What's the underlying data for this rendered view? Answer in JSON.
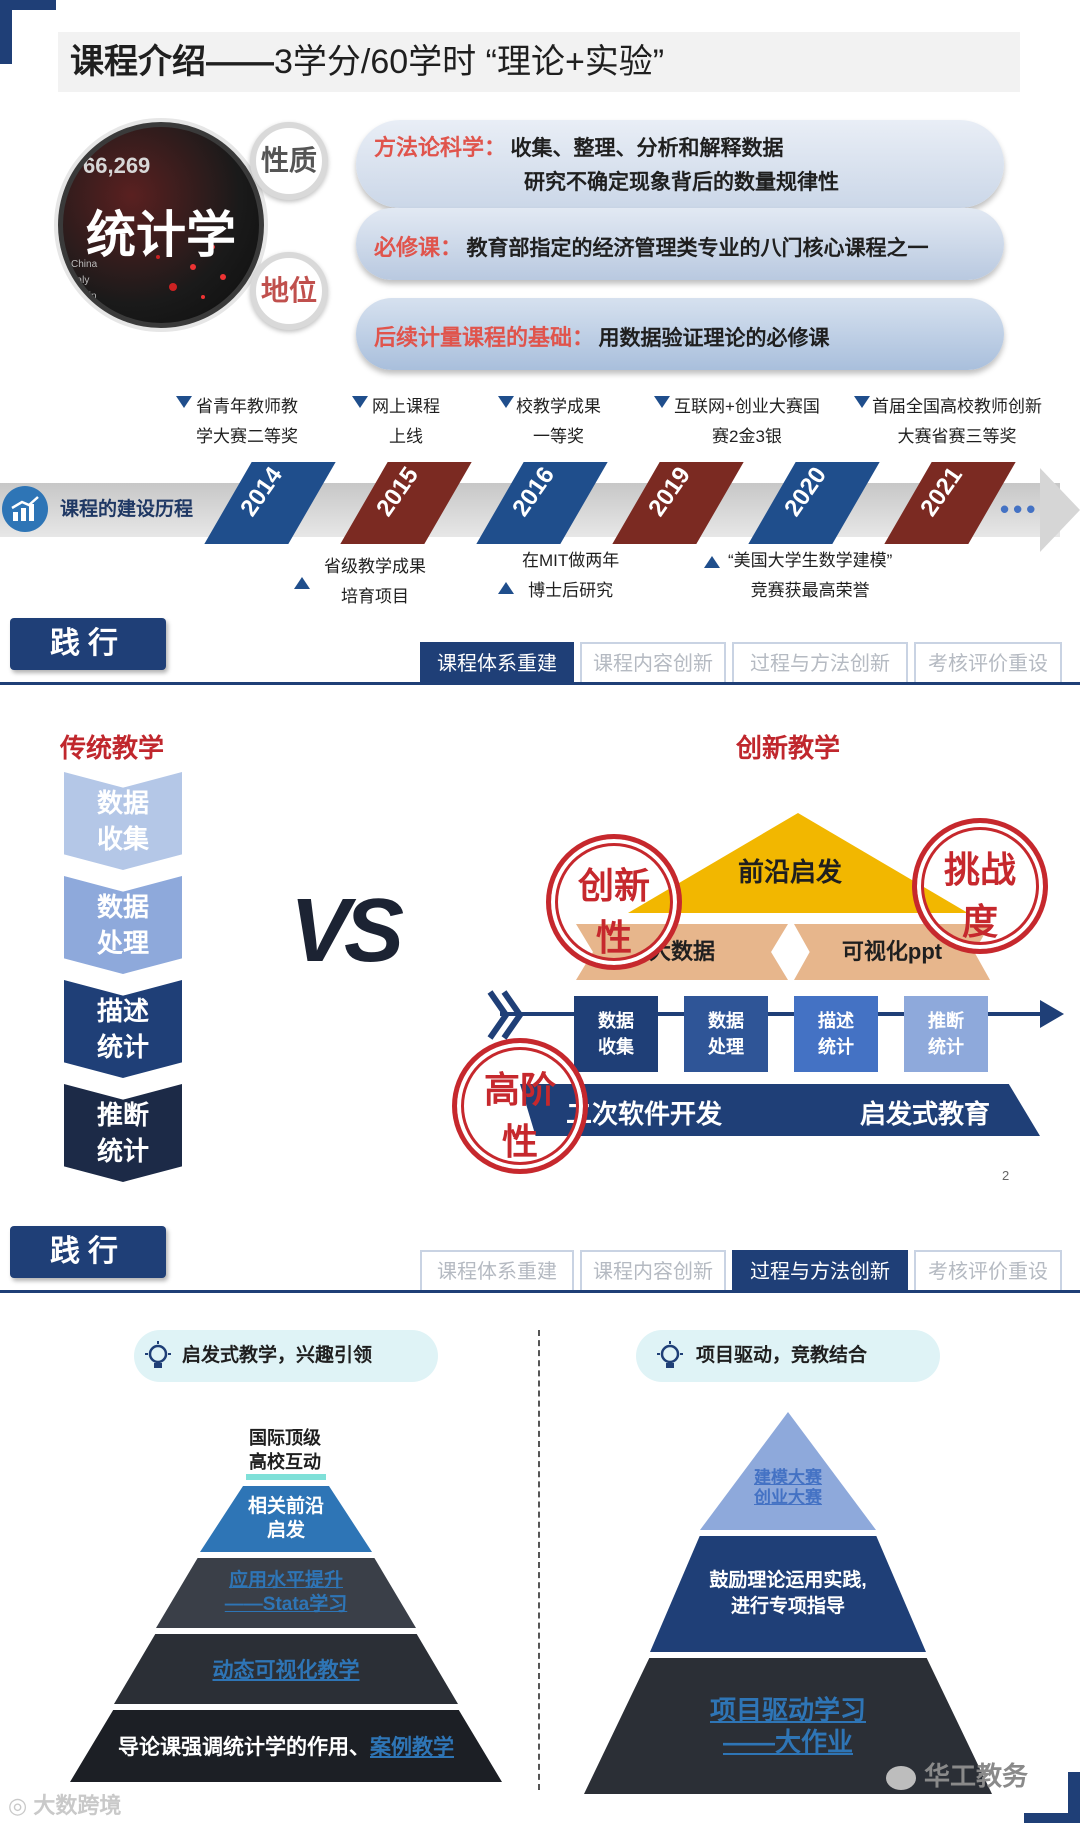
{
  "header": {
    "title_main": "课程介绍——",
    "title_rest": "3学分/60学时 “理论+实验”"
  },
  "intro": {
    "circle_number": "66,269",
    "circle_title": "统计学",
    "pill_nature": "性质",
    "pill_status": "地位",
    "bars": [
      {
        "key": "方法论科学：",
        "line1": "收集、整理、分析和解释数据",
        "line2": "研究不确定现象背后的数量规律性"
      },
      {
        "key": "必修课：",
        "line1": "教育部指定的经济管理类专业的八门核心课程之一"
      },
      {
        "key": "后续计量课程的基础：",
        "line1": "用数据验证理论的必修课"
      }
    ]
  },
  "timeline": {
    "label": "课程的建设历程",
    "years": [
      "2014",
      "2015",
      "2016",
      "2019",
      "2020",
      "2021"
    ],
    "dots": "•••",
    "above": [
      {
        "l1": "省青年教师教",
        "l2": "学大赛二等奖"
      },
      {
        "l1": "网上课程",
        "l2": "上线"
      },
      {
        "l1": "校教学成果",
        "l2": "一等奖"
      },
      {
        "l1": "互联网+创业大赛国",
        "l2": "赛2金3银"
      },
      {
        "l1": "首届全国高校教师创新",
        "l2": "大赛省赛三等奖"
      }
    ],
    "below": [
      {
        "l1": "省级教学成果",
        "l2": "培育项目"
      },
      {
        "l1": "在MIT做两年",
        "l2": "博士后研究"
      },
      {
        "l1": "“美国大学生数学建模”",
        "l2": "竞赛获最高荣誉"
      }
    ]
  },
  "section1": {
    "button": "践行",
    "tabs": [
      "课程体系重建",
      "课程内容创新",
      "过程与方法创新",
      "考核评价重设"
    ],
    "active_tab": 0
  },
  "compare": {
    "traditional_title": "传统教学",
    "traditional_steps": [
      {
        "l1": "数据",
        "l2": "收集"
      },
      {
        "l1": "数据",
        "l2": "处理"
      },
      {
        "l1": "描述",
        "l2": "统计"
      },
      {
        "l1": "推断",
        "l2": "统计"
      }
    ],
    "vs": "VS",
    "innovation_title": "创新教学",
    "peak": "前沿启发",
    "arrow_left": "大数据",
    "arrow_right": "可视化ppt",
    "boxes": [
      {
        "l1": "数据",
        "l2": "收集"
      },
      {
        "l1": "数据",
        "l2": "处理"
      },
      {
        "l1": "描述",
        "l2": "统计"
      },
      {
        "l1": "推断",
        "l2": "统计"
      }
    ],
    "base_left": "二次软件开发",
    "base_right": "启发式教育",
    "stamp_left_a": "创新",
    "stamp_left_b": "性",
    "stamp_right_a": "挑战",
    "stamp_right_b": "度",
    "stamp_bottom_a": "高阶",
    "stamp_bottom_b": "性",
    "page_number": "2"
  },
  "section2": {
    "button": "践行",
    "tabs": [
      "课程体系重建",
      "课程内容创新",
      "过程与方法创新",
      "考核评价重设"
    ],
    "active_tab": 2
  },
  "method": {
    "left_bubble": "启发式教学，兴趣引领",
    "right_bubble": "项目驱动，竞教结合",
    "left_pyramid": [
      {
        "l1": "国际顶级",
        "l2": "高校互动"
      },
      {
        "l1": "相关前沿",
        "l2": "启发"
      },
      {
        "l1": "应用水平提升",
        "l2": "——Stata学习"
      },
      {
        "l1": "动态可视化教学",
        "l2": ""
      },
      {
        "l1": "导论课强调统计学的作用、",
        "l2": "案例教学"
      }
    ],
    "right_pyramid": [
      {
        "l1": "建模大赛",
        "l2": "创业大赛"
      },
      {
        "l1": "鼓励理论运用实践,",
        "l2": "进行专项指导"
      },
      {
        "l1": "项目驱动学习",
        "l2": "——大作业"
      }
    ]
  },
  "watermarks": {
    "left": "大数跨境",
    "right": "华工教务"
  },
  "colors": {
    "navy": "#1f3f77",
    "red": "#c0272d",
    "yellow": "#f2b700",
    "tan": "#e7b68c",
    "light_blue": "#8ea9db"
  }
}
